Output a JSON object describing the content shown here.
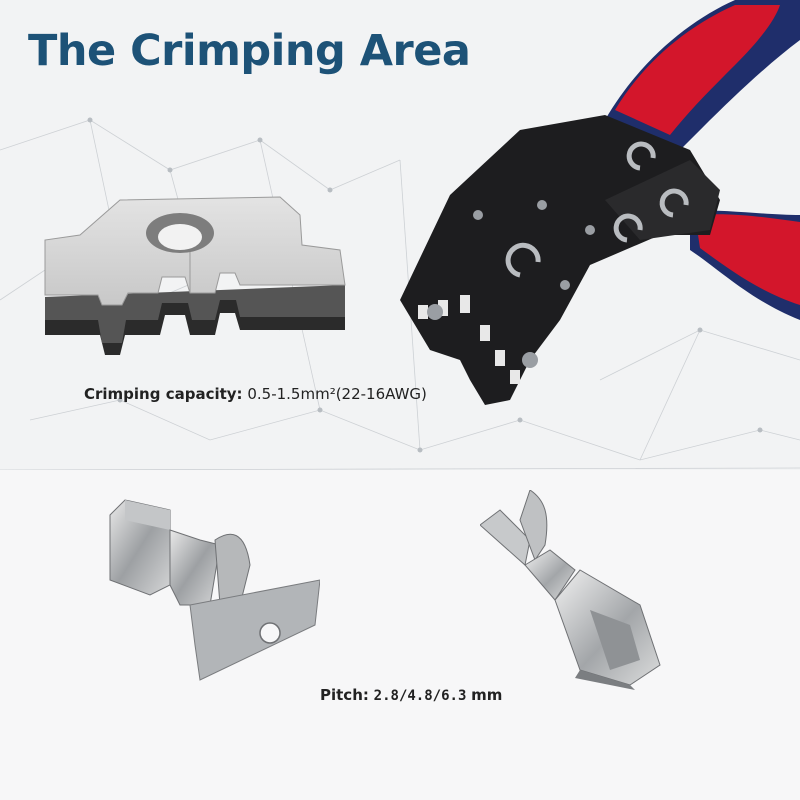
{
  "title": "The Crimping Area",
  "capacity": {
    "label": "Crimping capacity:",
    "value": "0.5-1.5mm²(22-16AWG)"
  },
  "pitch": {
    "label": "Pitch:",
    "value": "2.8/4.8/6.3",
    "unit": "mm"
  },
  "colors": {
    "title": "#1d5277",
    "handle_red": "#d3162b",
    "handle_navy": "#1f2e6b",
    "jaw_black": "#1d1d1f"
  },
  "icons": [
    "die-block-illustration",
    "crimping-pliers-photo",
    "receptacle-terminal-with-strip-photo",
    "female-spade-terminal-photo"
  ]
}
